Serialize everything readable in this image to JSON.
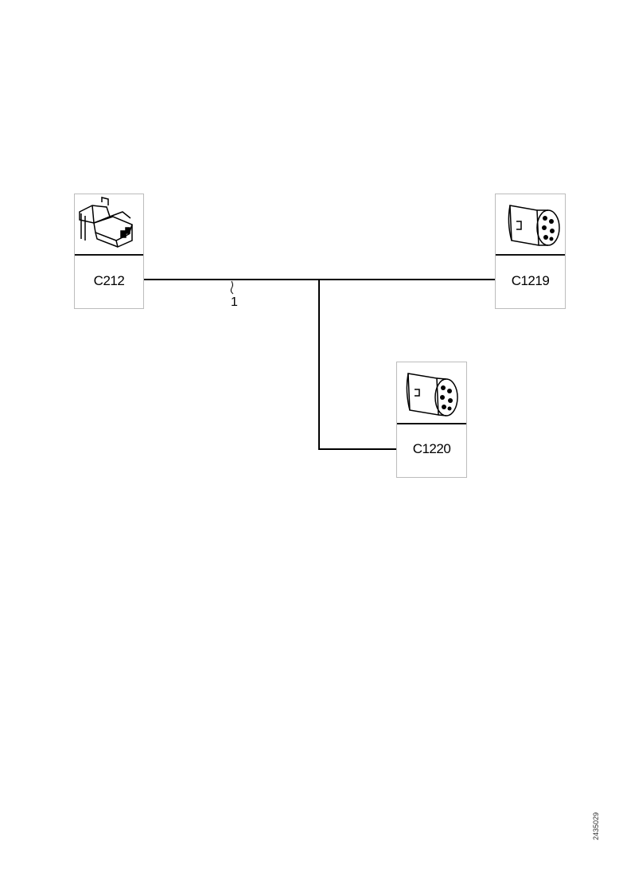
{
  "connectors": {
    "c212": {
      "label": "C212",
      "icon": "connector-housing-icon"
    },
    "c1219": {
      "label": "C1219",
      "icon": "round-connector-icon"
    },
    "c1220": {
      "label": "C1220",
      "icon": "round-connector-icon"
    }
  },
  "wire": {
    "label": "1"
  },
  "reference": {
    "code": "2435029"
  },
  "colors": {
    "line": "#000000",
    "border": "#bcbcbc"
  }
}
